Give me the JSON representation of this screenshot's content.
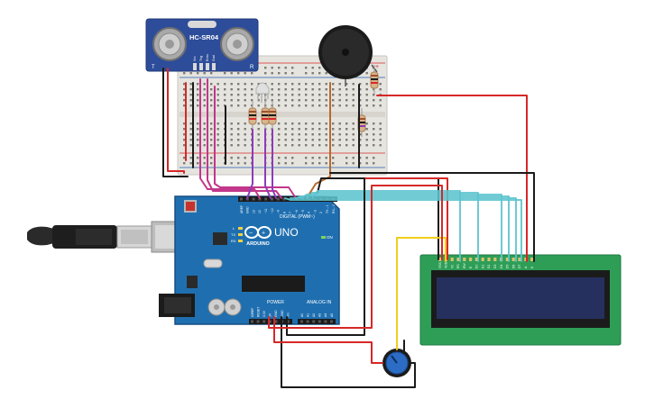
{
  "sensor": {
    "model": "HC-SR04",
    "pin_labels": [
      "Vcc",
      "Trig",
      "Echo",
      "Gnd"
    ],
    "corner_t": "T",
    "corner_r": "R"
  },
  "arduino": {
    "brand": "ARDUINO",
    "model": "UNO",
    "digital_label": "DIGITAL (PWM~)",
    "power_label": "POWER",
    "analog_label": "ANALOG IN",
    "on_label": "ON",
    "led_labels": [
      "L",
      "TX",
      "RX"
    ],
    "digital_pins": [
      "AREF",
      "GND",
      "13",
      "12",
      "~11",
      "~10",
      "~9",
      "8",
      "7",
      "~6",
      "~5",
      "4",
      "~3",
      "2",
      "TX→1",
      "RX←0"
    ],
    "power_pins": [
      "IOREF",
      "RESET",
      "3.3V",
      "5V",
      "GND",
      "GND",
      "Vin"
    ],
    "analog_pins": [
      "A0",
      "A1",
      "A2",
      "A3",
      "A4",
      "A5"
    ]
  },
  "lcd": {
    "pin_labels": [
      "VSS",
      "VDD",
      "V0",
      "RS",
      "RW",
      "E",
      "D0",
      "D1",
      "D2",
      "D3",
      "D4",
      "D5",
      "D6",
      "D7",
      "A",
      "K"
    ]
  },
  "colors": {
    "arduino": "#1f6fb0",
    "lcd_board": "#2e9e57",
    "lcd_screen": "#26305e",
    "sensor": "#2d4d9a",
    "breadboard": "#e6e4df",
    "wire_red": "#d62828",
    "wire_black": "#1b1b1b",
    "wire_cyan": "#5cc4cf",
    "wire_purple": "#8e3bb8",
    "wire_magenta": "#c2378a",
    "wire_yellow": "#f2cd1a",
    "wire_brown": "#b86a2c"
  }
}
